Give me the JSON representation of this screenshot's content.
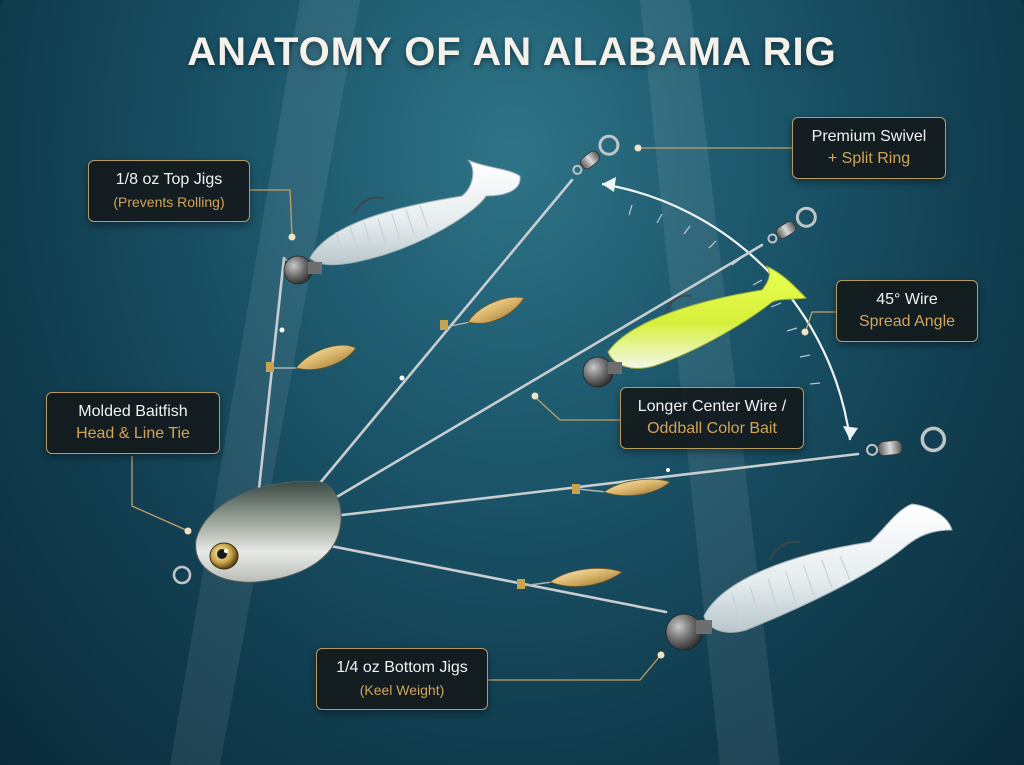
{
  "title": "ANATOMY OF AN ALABAMA RIG",
  "callouts": {
    "top_jigs": {
      "line1": "1/8 oz Top Jigs",
      "line2": "(Prevents Rolling)"
    },
    "swivel": {
      "line1": "Premium Swivel",
      "line2": "+ Split Ring"
    },
    "spread": {
      "line1": "45° Wire",
      "line2": "Spread Angle"
    },
    "center_wire": {
      "line1": "Longer Center Wire /",
      "line2": "Oddball Color Bait"
    },
    "head": {
      "line1": "Molded Baitfish",
      "line2": "Head & Line Tie"
    },
    "bottom_jigs": {
      "line1": "1/4 oz Bottom Jigs",
      "line2": "(Keel Weight)"
    }
  },
  "colors": {
    "accent": "#d2a45c",
    "box_border": "#b99a62",
    "chartreuse": "#e4f25a",
    "water_dark": "#0a2b3a"
  }
}
